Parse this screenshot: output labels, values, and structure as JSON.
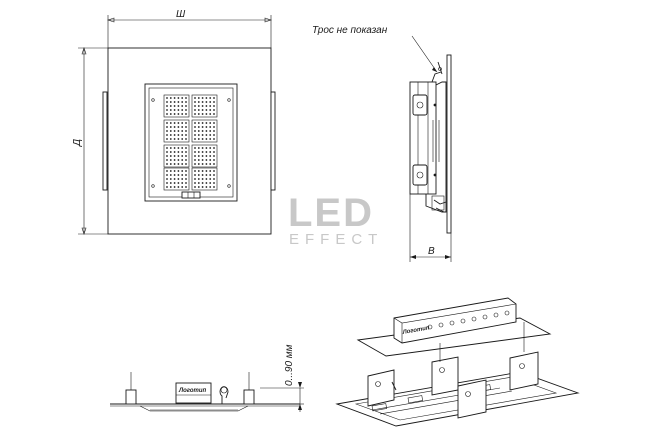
{
  "labels": {
    "width": "Ш",
    "length": "Д",
    "depth": "В",
    "cable_note": "Трос не показан",
    "height_range": "0...90 мм"
  },
  "watermark": {
    "main": "LED",
    "sub": "EFFECT"
  },
  "brand_logo": "Логотип",
  "colors": {
    "line": "#1a1a1a",
    "watermark": "#c8c8c8"
  }
}
